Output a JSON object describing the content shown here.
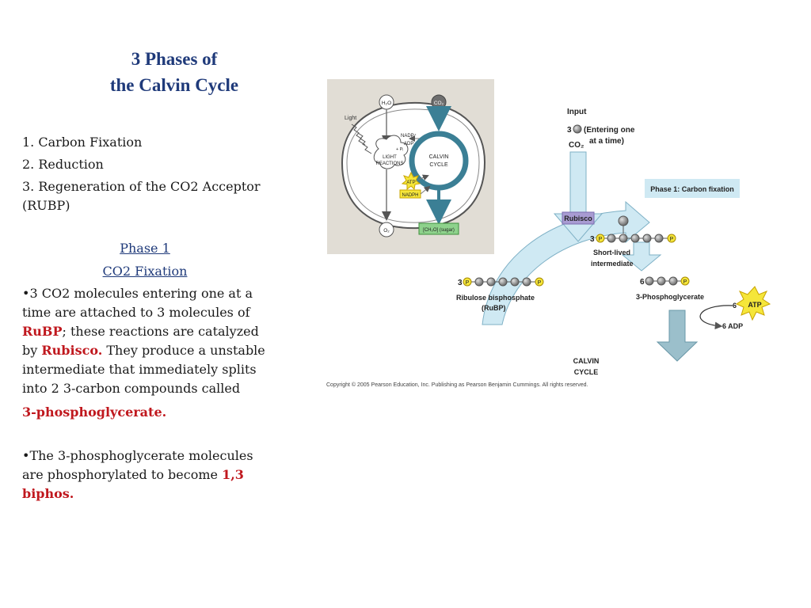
{
  "slide": {
    "title_line1": "3 Phases of",
    "title_line2": "the Calvin Cycle",
    "list": [
      "1. Carbon Fixation",
      "2. Reduction",
      "3. Regeneration of the CO2 Acceptor (RUBP)"
    ],
    "phase_label": "Phase 1",
    "phase_name": "CO2 Fixation",
    "bullet1": {
      "a": "•3 CO2 molecules entering one at a time are attached to 3 molecules of ",
      "rubp": "RuBP",
      "b": "; these reactions are catalyzed by ",
      "rubisco": "Rubisco.",
      "c": " They produce a unstable intermediate that immediately splits into 2 3-carbon compounds called",
      "pgl": "3-phosphoglycerate."
    },
    "bullet2": {
      "a": "•The 3-phosphoglycerate molecules are phosphorylated to become ",
      "biphos": "1,3 biphos."
    }
  },
  "chloroplast": {
    "light": "Light",
    "h2o": "H₂O",
    "co2": "CO₂",
    "nadp": "NADP⁺",
    "adp": "ADP",
    "pi": "+ Pᵢ",
    "light_reactions_1": "LIGHT",
    "light_reactions_2": "REACTIONS",
    "atp": "ATP",
    "nadph": "NADPH",
    "calvin_1": "CALVIN",
    "calvin_2": "CYCLE",
    "o2": "O₂",
    "sugar": "[CH₂O] (sugar)"
  },
  "phase1": {
    "input": "Input",
    "co2_count": "3",
    "entering": "(Entering one",
    "at_time": "at a time)",
    "co2": "CO₂",
    "phase_box": "Phase 1: Carbon fixation",
    "rubisco": "Rubisco",
    "inter_count": "3",
    "short_lived_1": "Short-lived",
    "short_lived_2": "intermediate",
    "rubp_count": "3",
    "rubp_1": "Ribulose bisphosphate",
    "rubp_2": "(RuBP)",
    "pg_count": "6",
    "pg_label": "3-Phosphoglycerate",
    "atp_count": "6",
    "atp": "ATP",
    "adp": "6 ADP",
    "calvin_1": "CALVIN",
    "calvin_2": "CYCLE",
    "p": "P",
    "copyright": "Copyright © 2005 Pearson Education, Inc. Publishing as Pearson Benjamin Cummings. All rights reserved."
  }
}
